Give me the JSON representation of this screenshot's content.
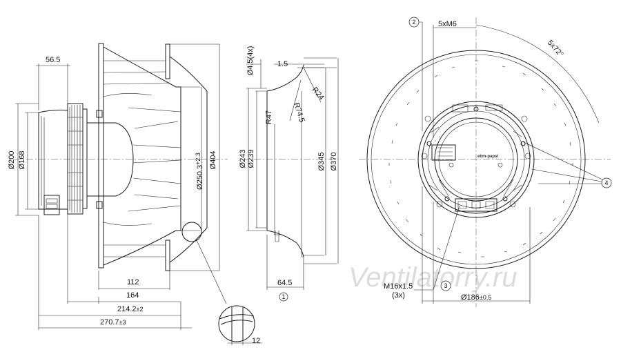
{
  "watermark": "Ventilatorry.ru",
  "logo": "ebm-papst",
  "side_view": {
    "dims": {
      "d200": "Ø200",
      "d168": "Ø168",
      "w56": "56.5",
      "d250": "Ø250.3",
      "d250_tol": "+2.3",
      "d404": "Ø404",
      "w112": "112",
      "w164": "164",
      "w214": "214.2",
      "w214_tol": "±2",
      "w270": "270.7",
      "w270_tol": "±3",
      "w12": "12"
    }
  },
  "section_view": {
    "dims": {
      "hole": "Ø4.5(4x)",
      "t15": "1.5",
      "r24": "R24",
      "r47": "R47",
      "r745": "R74.5",
      "d243": "Ø243",
      "d239": "Ø239",
      "d345": "Ø345",
      "d370": "Ø370",
      "w645": "64.5"
    },
    "bubble": "1"
  },
  "front_view": {
    "dims": {
      "m6": "5xM6",
      "angle": "5x72°",
      "m16": "M16x1.5",
      "m16_qty": "(3x)",
      "d186": "Ø186",
      "d186_tol": "±0.5"
    },
    "bubbles": {
      "b2": "2",
      "b3": "3",
      "b4": "4"
    }
  }
}
